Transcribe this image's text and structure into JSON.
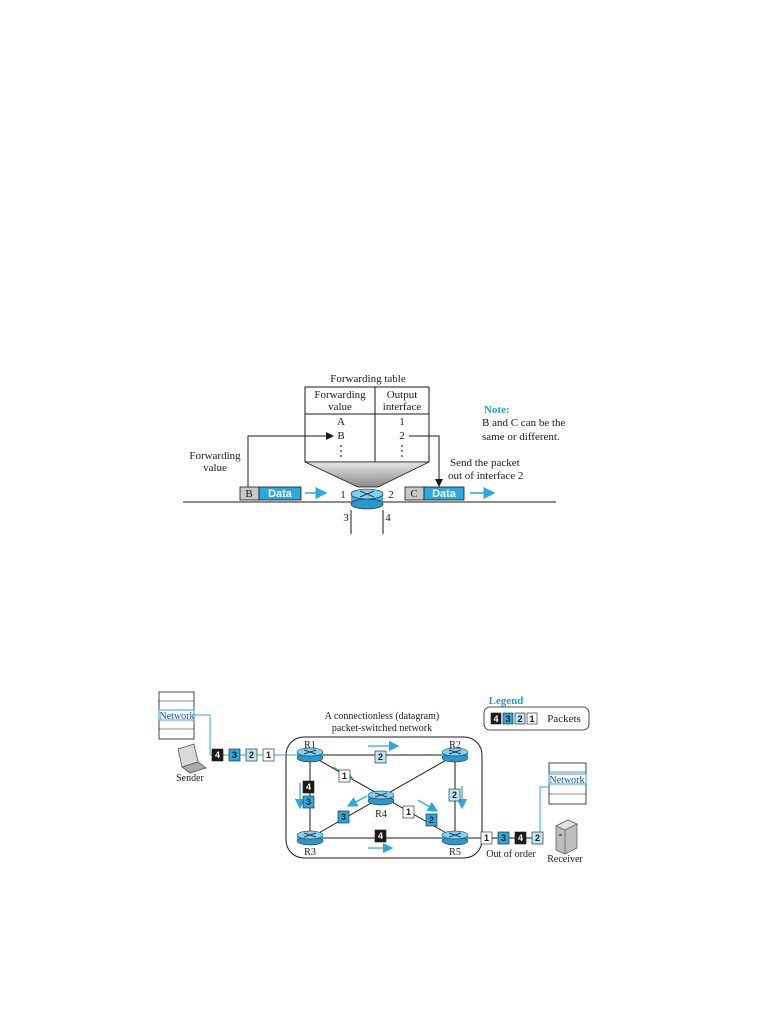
{
  "figure1": {
    "table_title": "Forwarding table",
    "col1_header": [
      "Forwarding",
      "value"
    ],
    "col2_header": [
      "Output",
      "interface"
    ],
    "rows": [
      {
        "value": "A",
        "iface": "1"
      },
      {
        "value": "B",
        "iface": "2"
      }
    ],
    "left_label": [
      "Forwarding",
      "value"
    ],
    "note_title": "Note:",
    "note_lines": [
      "B and C can be the",
      "same or different."
    ],
    "send_lines": [
      "Send the packet",
      "out of interface 2"
    ],
    "in_header": "B",
    "out_header": "C",
    "data_label": "Data",
    "ports": {
      "p1": "1",
      "p2": "2",
      "p3": "3",
      "p4": "4"
    }
  },
  "figure2": {
    "legend_title": "Legend",
    "legend_packets": [
      "4",
      "3",
      "2",
      "1"
    ],
    "legend_label": "Packets",
    "network_title": [
      "A connectionless (datagram)",
      "packet-switched network"
    ],
    "network_label": "Network",
    "sender": "Sender",
    "receiver": "Receiver",
    "out_of_order": "Out of order",
    "routers": {
      "r1": "R1",
      "r2": "R2",
      "r3": "R3",
      "r4": "R4",
      "r5": "R5"
    },
    "sender_packets": [
      "4",
      "3",
      "2",
      "1"
    ],
    "receiver_packets": [
      "1",
      "3",
      "4",
      "2"
    ],
    "path_packets": {
      "r1_r2": "2",
      "r1_r4": "1",
      "r4_r5": "1",
      "r4_r5b": "2",
      "r2_r5": "2",
      "r1_r3a": "4",
      "r1_r3b": "3",
      "r3_r4": "3",
      "r3_r5": "4"
    }
  },
  "colors": {
    "accent": "#29a9e0",
    "dark": "#1a1a1a",
    "router": "#5fc4ef",
    "light_grey": "#c8c8c8"
  }
}
